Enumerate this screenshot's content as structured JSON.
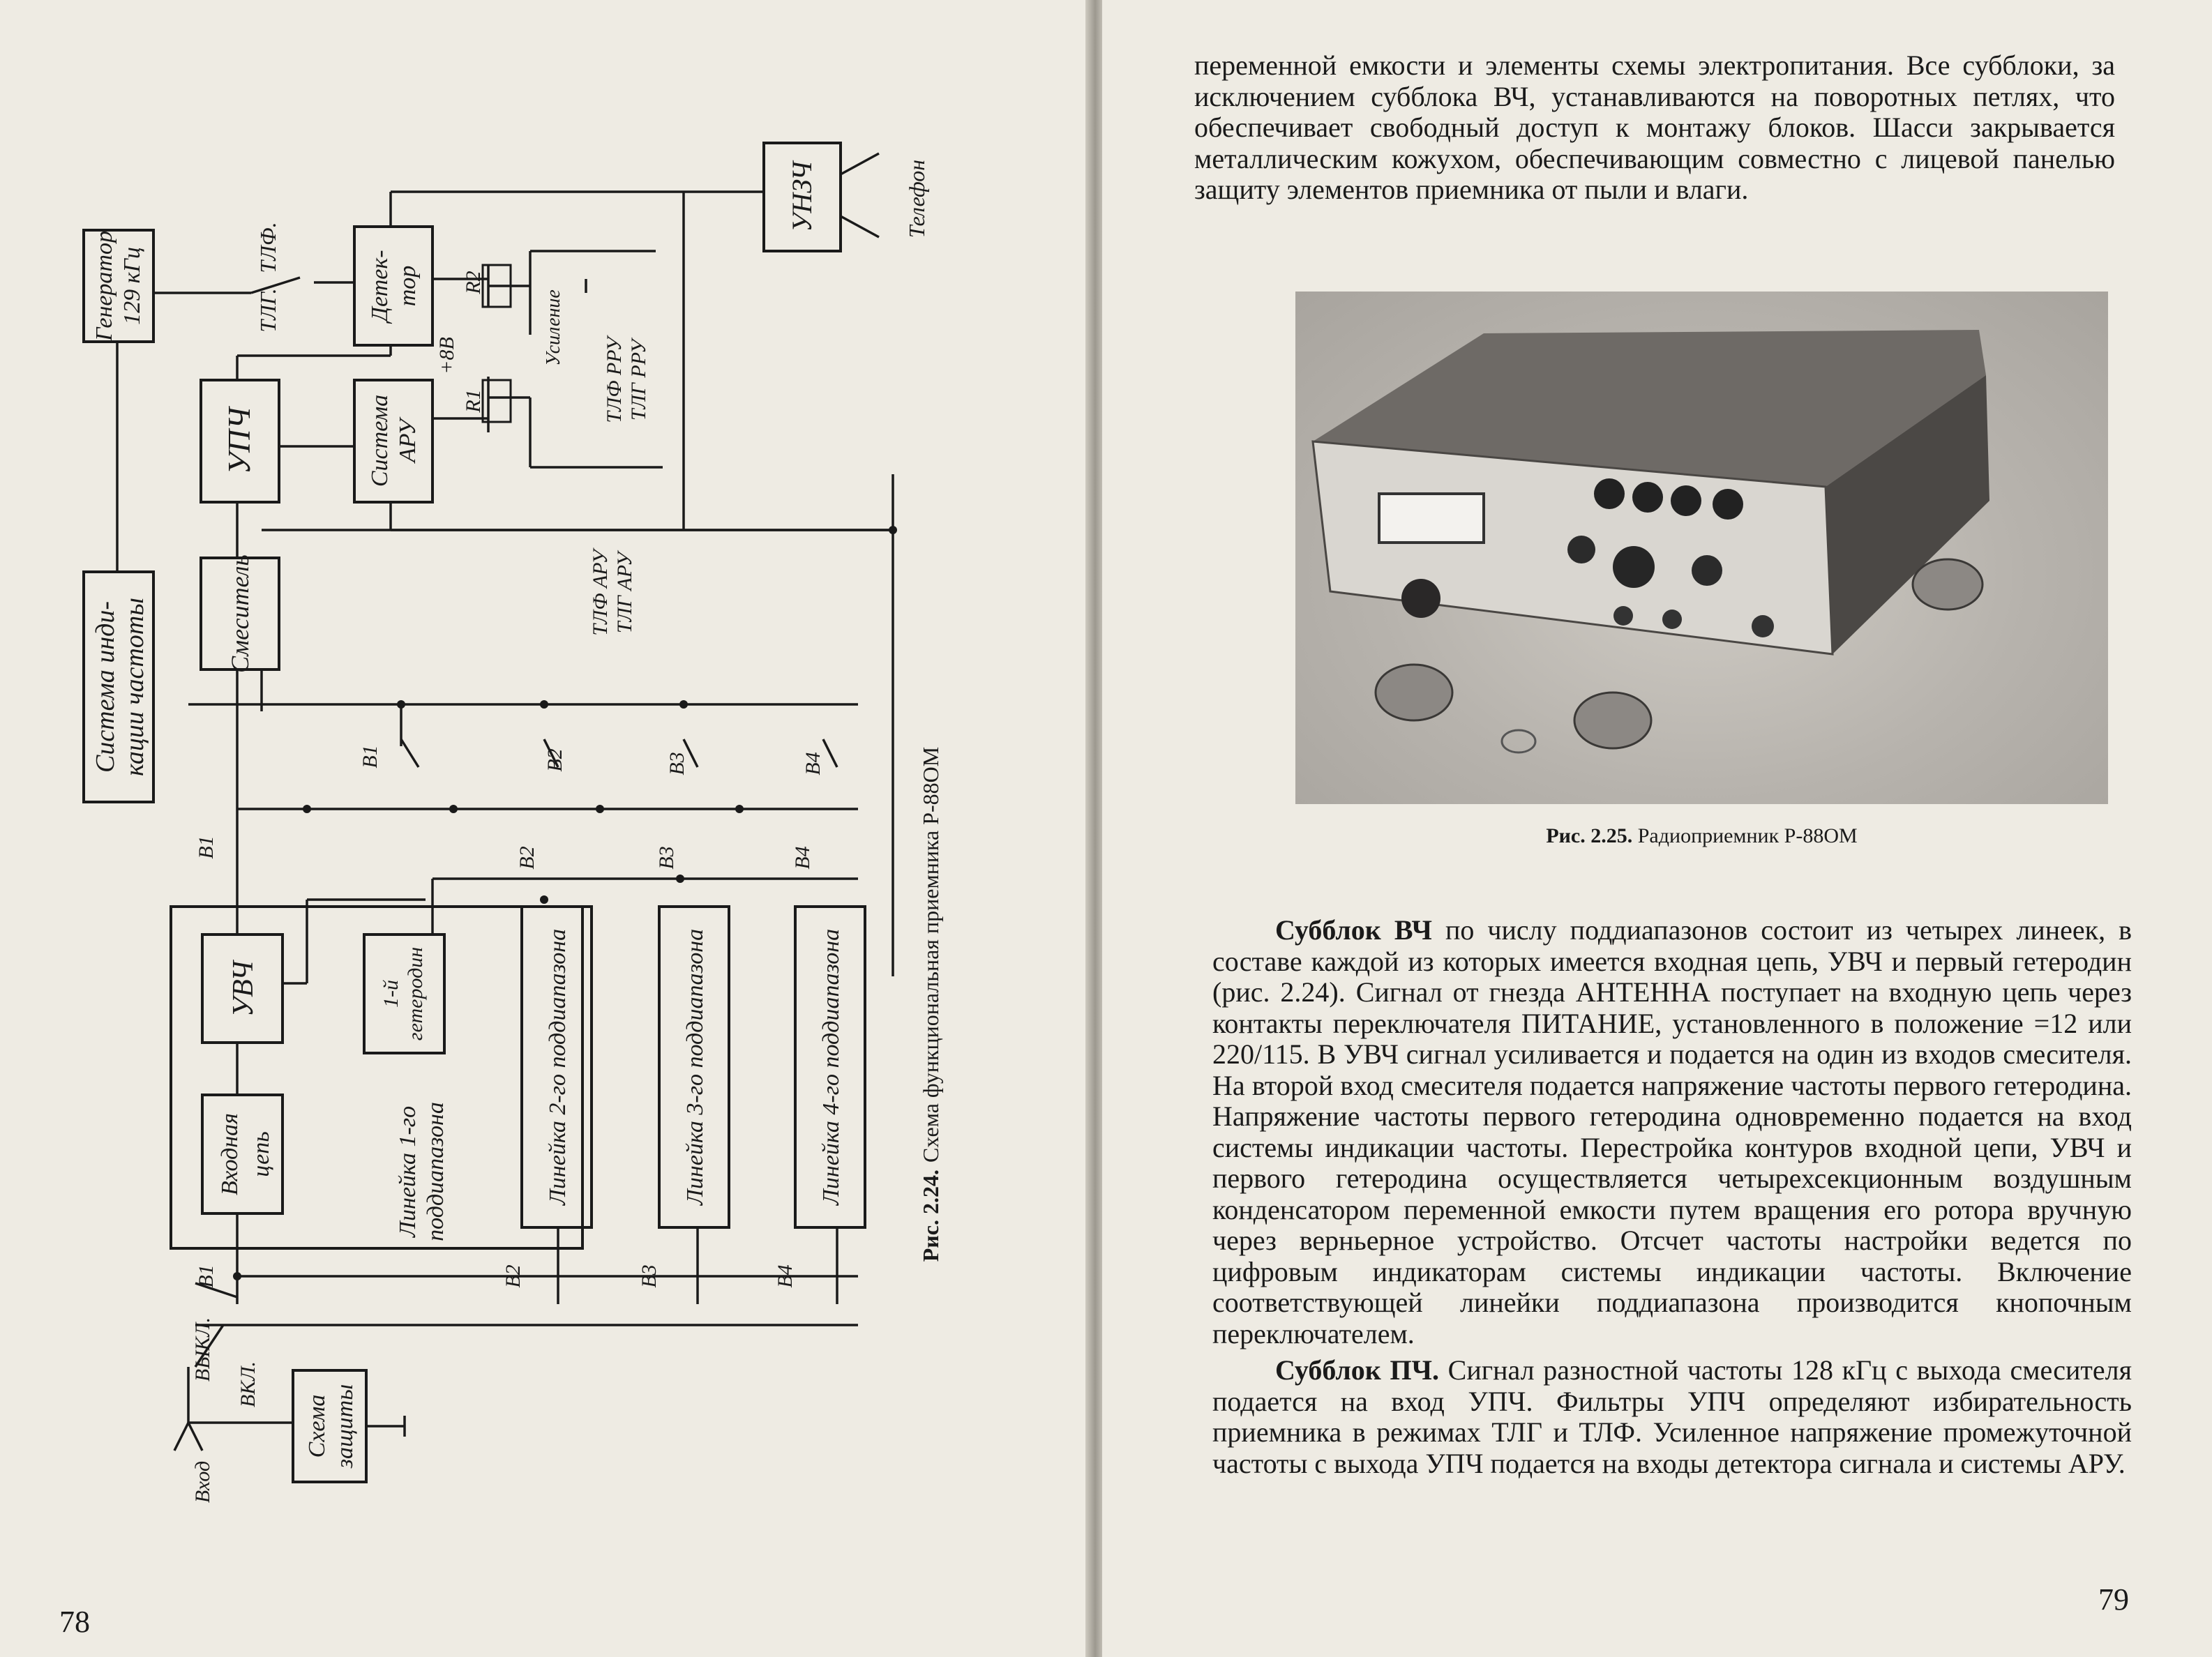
{
  "left_page": {
    "page_number": "78",
    "figure_caption_label": "Рис. 2.24.",
    "figure_caption_text": "Схема функциональная приемника Р-88ОМ",
    "diagram": {
      "blocks": {
        "generator": [
          "Генератор",
          "129 кГц"
        ],
        "indication": [
          "Система инди-",
          "кации частоты"
        ],
        "mixer": "Смеситель",
        "ipf": "УПЧ",
        "aru": [
          "Система",
          "АРУ"
        ],
        "detector": [
          "Детек-",
          "тор"
        ],
        "unzch": "УНЗЧ",
        "protection": [
          "Схема",
          "защиты"
        ],
        "input_circuit": [
          "Входная",
          "цепь"
        ],
        "uvch": "УВЧ",
        "local_osc": [
          "1-й",
          "гетеродин"
        ],
        "line1": [
          "Линейка 1-го",
          "поддиапазона"
        ],
        "line2": "Линейка 2-го поддиапазона",
        "line3": "Линейка 3-го поддиапазона",
        "line4": "Линейка 4-го поддиапазона"
      },
      "labels": {
        "tlg": "ТЛГ.",
        "tlf": "ТЛФ.",
        "r1": "R1",
        "r2": "R2",
        "plus8v": "+8В",
        "gain": "Усиление",
        "tlf_rru": "ТЛФ РРУ",
        "tlg_rru": "ТЛГ РРУ",
        "tlf_aru": "ТЛФ АРУ",
        "tlg_aru": "ТЛГ АРУ",
        "phone": "Телефон",
        "input": "Вход",
        "off": "ВЫКЛ.",
        "on": "ВКЛ.",
        "b1": "В1",
        "b2": "В2",
        "b3": "В3",
        "b4": "В4"
      }
    }
  },
  "right_page": {
    "page_number": "79",
    "top_paragraph": "переменной емкости и элементы схемы электропитания. Все субблоки, за исключением субблока ВЧ, устанавливаются на поворотных петлях, что обеспечивает свободный доступ к монтажу блоков. Шасси закрывается металлическим кожухом, обеспечивающим совместно с лицевой панелью защиту элементов приемника от пыли и влаги.",
    "photo_caption_label": "Рис. 2.25.",
    "photo_caption_text": "Радиоприемник Р-88ОМ",
    "section1_title": "Субблок ВЧ",
    "section1_text": "по числу поддиапазонов состоит из четырех линеек, в составе каждой из которых имеется входная цепь, УВЧ и первый гетеродин (рис. 2.24). Сигнал от гнезда АНТЕННА поступает на входную цепь через контакты переключателя ПИТАНИЕ, установленного в положение =12 или 220/115. В УВЧ сигнал усиливается и подается на один из входов смесителя. На второй вход смесителя подается напряжение частоты первого гетеродина. Напряжение частоты первого гетеродина одновременно подается на вход системы индикации частоты. Перестройка контуров входной цепи, УВЧ и первого гетеродина осуществляется четырехсекционным воздушным конденсатором переменной емкости путем вращения его ротора вручную через верньерное устройство. Отсчет частоты настройки ведется по цифровым индикаторам системы индикации частоты. Включение соответствующей линейки поддиапазона производится кнопочным переключателем.",
    "section2_title": "Субблок ПЧ.",
    "section2_text": "Сигнал разностной частоты 128 кГц с выхода смесителя подается на вход УПЧ. Фильтры УПЧ определяют избирательность приемника в режимах ТЛГ и ТЛФ. Усиленное напряжение промежуточной частоты с выхода УПЧ подается на входы детектора сигнала и системы АРУ."
  },
  "colors": {
    "paper": "#eeebe3",
    "ink": "#1a1a1a"
  }
}
